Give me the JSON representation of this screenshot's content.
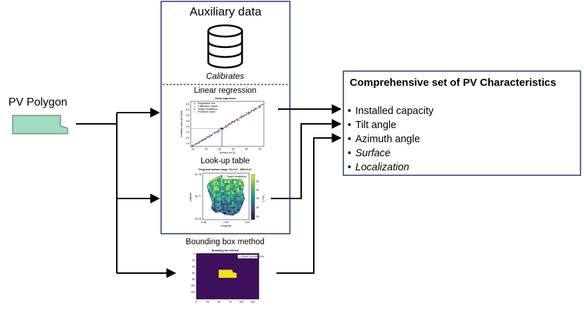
{
  "input": {
    "label": "PV Polygon",
    "polygon_color": "#9fdcc0",
    "polygon_stroke": "#8a8a8a"
  },
  "auxiliary": {
    "title": "Auxiliary data",
    "calibrates_label": "Calibrates",
    "border_color": "#1f3a6e"
  },
  "linear_regression": {
    "label": "Linear regression",
    "plot_title": "Linear regression",
    "legend": [
      "Regression line",
      "Calibration values",
      "Target installation",
      "Predicted value"
    ],
    "xlabel": "Surface (m^2)",
    "ylabel": "Installed capacity (kWp)",
    "x_ticks": [
      "15",
      "20",
      "25",
      "30",
      "35",
      "40"
    ],
    "y_ticks": [
      "2.5",
      "3.0",
      "3.5",
      "4.0",
      "4.5",
      "5.0",
      "5.5",
      "6.0"
    ]
  },
  "lookup": {
    "label": "Look-up table",
    "plot_title": "Projected surface range: 20.0 m² - 3081.8 m²",
    "legend": [
      "Target installation"
    ],
    "xlabel": "Longitude",
    "ylabel": "Latitude",
    "x_ticks": [
      "-5.38",
      "2.53",
      "8.61"
    ],
    "y_ticks": [
      "51.78",
      "46.77",
      "42.15"
    ],
    "cbar_ticks": [
      "45",
      "40",
      "35",
      "30",
      "25"
    ],
    "cbar_label": "Tilt (°)"
  },
  "bounding_box": {
    "label": "Bounding box method",
    "plot_title": "Bounding box method",
    "legend": [
      "Mask bounding box"
    ],
    "x_ticks": [
      "0",
      "25",
      "50",
      "75",
      "100",
      "125"
    ],
    "y_ticks": [
      "0",
      "20",
      "40",
      "60",
      "80",
      "100",
      "120"
    ],
    "bg_color": "#3e0f5c",
    "mask_color": "#f2e01a"
  },
  "output": {
    "title": "Comprehensive set of PV Characteristics",
    "items": [
      "Installed capacity",
      "Tilt angle",
      "Azimuth angle",
      "Surface",
      "Localization"
    ],
    "italic_items": [
      "Surface",
      "Localization"
    ],
    "border_color": "#1f3a6e"
  },
  "chart_data": [
    {
      "type": "scatter",
      "title": "Linear regression",
      "xlabel": "Surface (m^2)",
      "ylabel": "Installed capacity (kWp)",
      "xlim": [
        13,
        41
      ],
      "ylim": [
        2.3,
        6.3
      ],
      "regression": {
        "slope": 0.137,
        "intercept": 0.45
      },
      "x": [
        14,
        15,
        16,
        17,
        18,
        19,
        20,
        21,
        22,
        23,
        24,
        25,
        26,
        27,
        28,
        29,
        30,
        31,
        32,
        33,
        34,
        35,
        36,
        37,
        38,
        39,
        40
      ],
      "target": {
        "x": 25,
        "y": 3.9
      }
    },
    {
      "type": "heatmap",
      "title": "Projected surface range: 20.0 m² - 3081.8 m²",
      "xlabel": "Longitude",
      "ylabel": "Latitude",
      "color_range": [
        25,
        45
      ],
      "target": {
        "x": 2.3,
        "y": 48.6
      }
    },
    {
      "type": "heatmap",
      "title": "Bounding box method",
      "xlim": [
        0,
        140
      ],
      "ylim": [
        140,
        0
      ],
      "mask_box": {
        "x0": 50,
        "x1": 90,
        "y0": 50,
        "y1": 75
      }
    }
  ]
}
